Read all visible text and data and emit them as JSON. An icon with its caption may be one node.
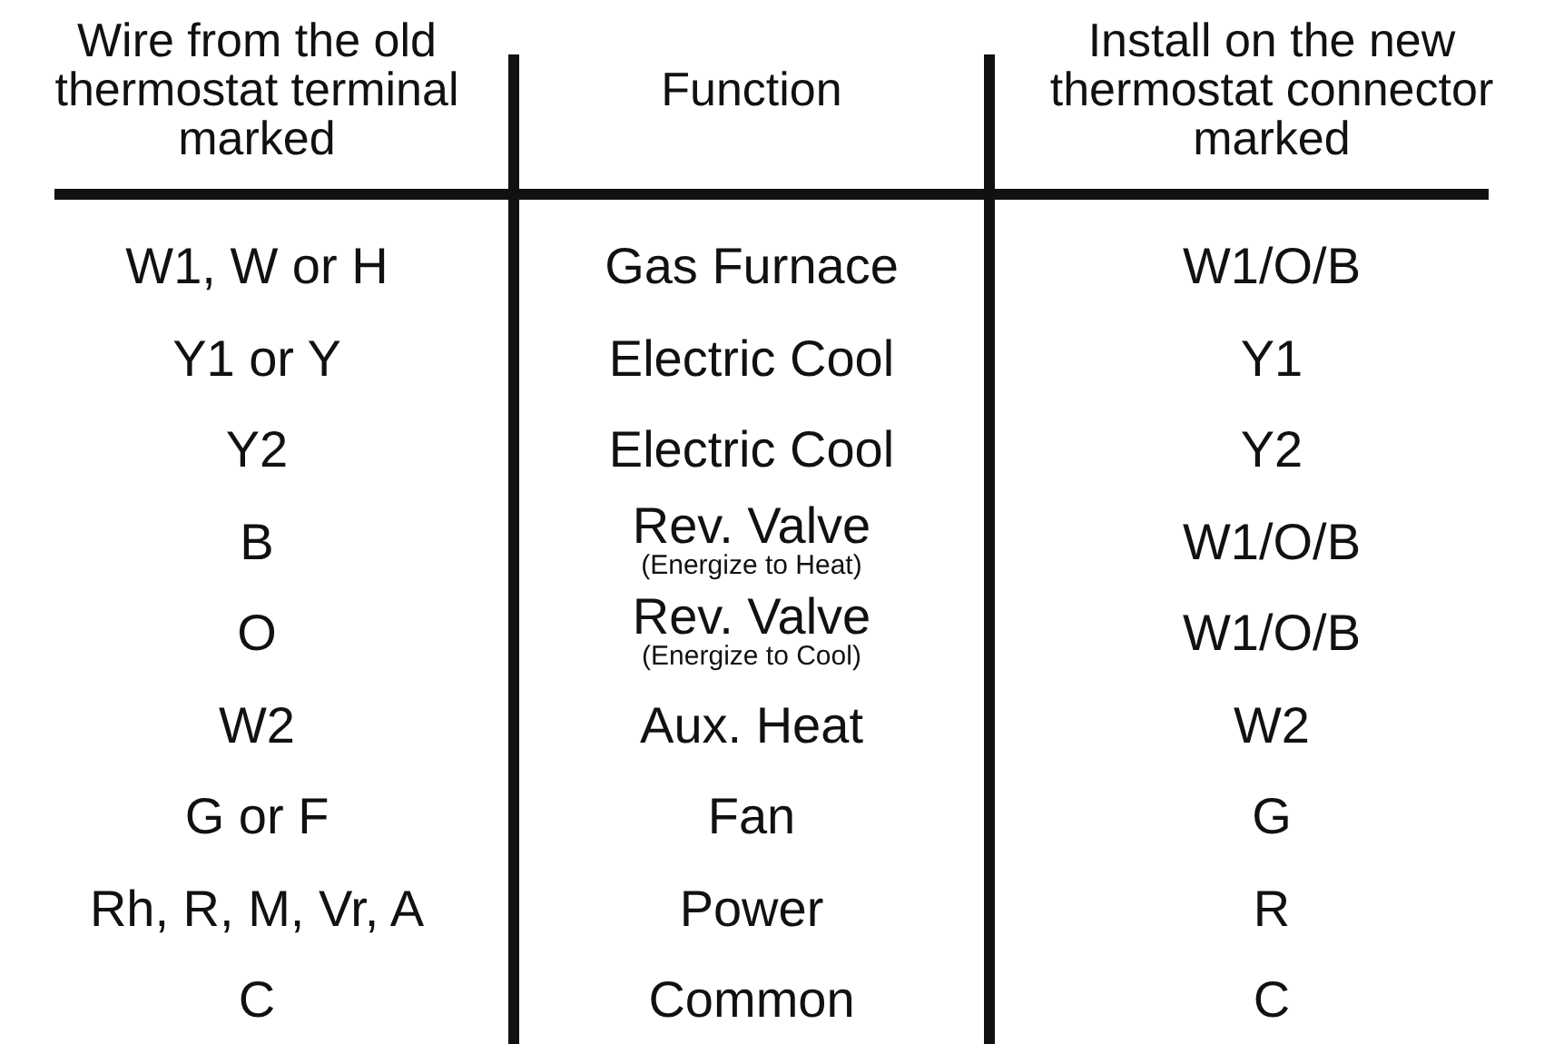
{
  "diagram": {
    "labels": [
      "Wire from the old thermostat terminal marked",
      "Function",
      "Install on the new thermostat connector marked",
      "W1, W or H",
      "Gas Furnace",
      "W1/O/B",
      "Y1 or Y",
      "Electric Cool",
      "Y1",
      "Y2",
      "Electric Cool",
      "Y2",
      "B",
      "Rev. Valve",
      "(Energize to Heat)",
      "W1/O/B",
      "O",
      "Rev. Valve",
      "(Energize to Cool)",
      "W1/O/B",
      "W2",
      "Aux. Heat",
      "W2",
      "G or F",
      "Fan",
      "G",
      "Rh, R, M, Vr, A",
      "Power",
      "R",
      "C",
      "Common",
      "C"
    ]
  }
}
